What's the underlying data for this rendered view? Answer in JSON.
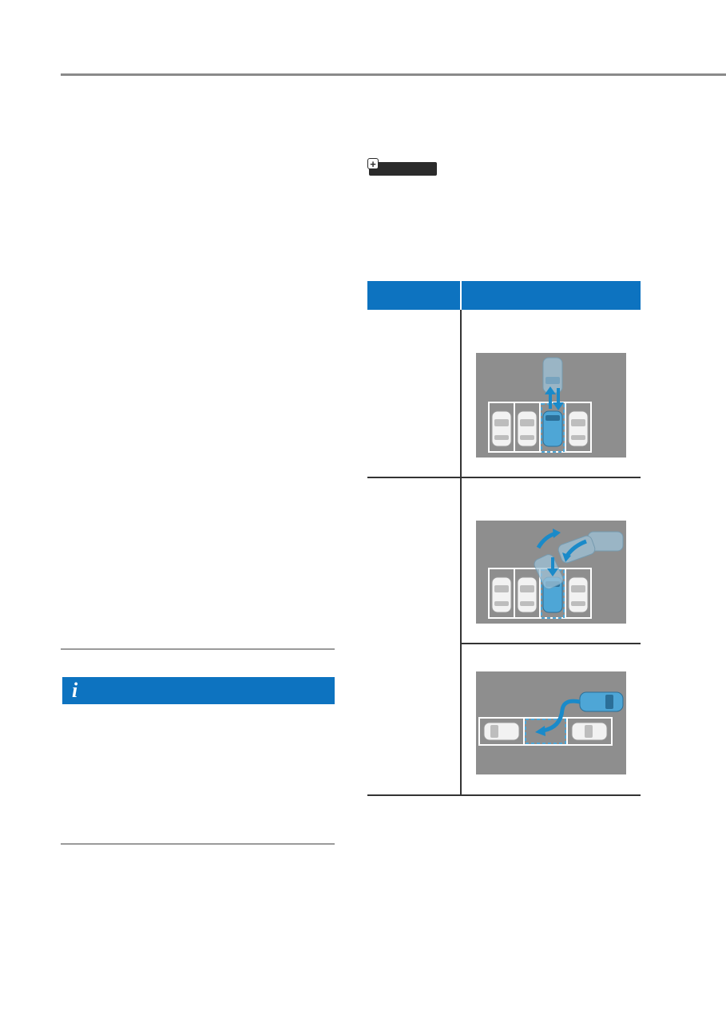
{
  "page": {
    "info_icon": "i"
  },
  "tag": {
    "icon": "plus-icon"
  },
  "table": {
    "rows": [
      {
        "illustration": "perpendicular-parking-reverse-in"
      },
      {
        "illustration": "perpendicular-parking-turn-in"
      },
      {
        "illustration": "parallel-parking"
      }
    ]
  },
  "colors": {
    "accent": "#0d73c0",
    "asphalt": "#8e8e8e",
    "highlight_car": "#4ea6d6"
  }
}
